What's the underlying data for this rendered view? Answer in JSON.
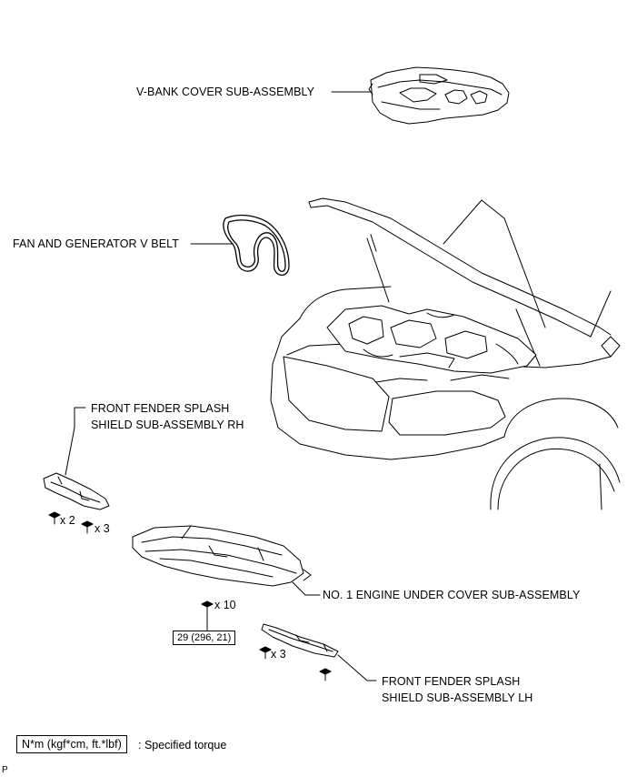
{
  "labels": {
    "v_bank_cover": "V-BANK COVER SUB-ASSEMBLY",
    "fan_belt": "FAN AND GENERATOR V BELT",
    "fender_rh_line1": "FRONT FENDER SPLASH",
    "fender_rh_line2": "SHIELD SUB-ASSEMBLY RH",
    "under_cover": "NO. 1 ENGINE UNDER COVER SUB-ASSEMBLY",
    "fender_lh_line1": "FRONT FENDER SPLASH",
    "fender_lh_line2": "SHIELD SUB-ASSEMBLY LH"
  },
  "quantities": {
    "rh_bolt_a": "x 2",
    "rh_bolt_b": "x 3",
    "under_bolts": "x 10",
    "lh_bolts": "x 3"
  },
  "torque": {
    "under_cover": "29 (296, 21)"
  },
  "legend": {
    "unit_box": "N*m (kgf*cm, ft.*lbf)",
    "description": ": Specified torque"
  },
  "corner_mark": "P"
}
